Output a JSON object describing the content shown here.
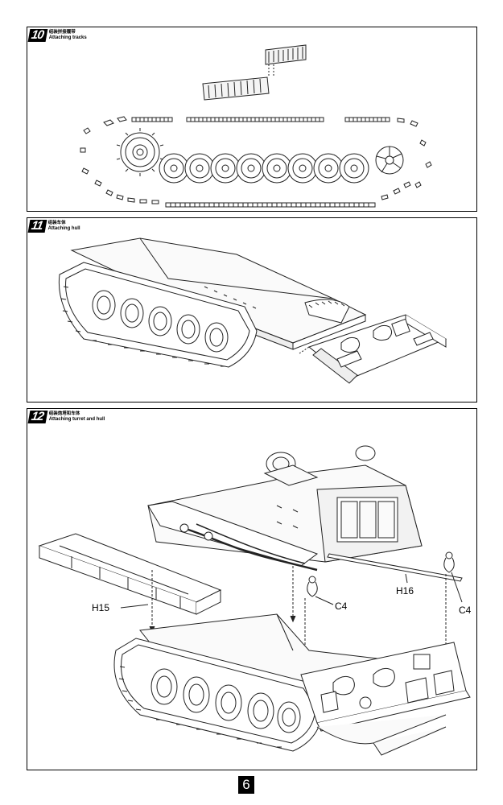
{
  "steps": [
    {
      "number": "10",
      "title_cn": "组装拼接履带",
      "title_en": "Attaching tracks"
    },
    {
      "number": "11",
      "title_cn": "组装车体",
      "title_en": "Attaching hull"
    },
    {
      "number": "12",
      "title_cn": "组装炮塔和车体",
      "title_en": "Attaching turret and  hull"
    }
  ],
  "callouts": {
    "h15": "H15",
    "c4_left": "C4",
    "h16": "H16",
    "c4_right": "C4"
  },
  "page_number": "6"
}
